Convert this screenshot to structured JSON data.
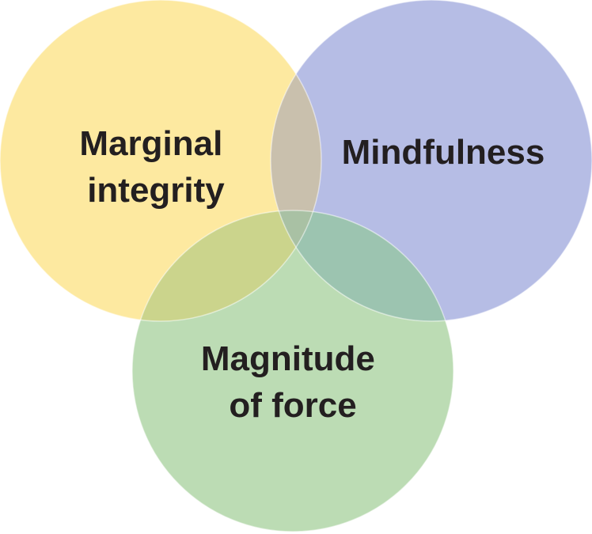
{
  "diagram": {
    "type": "venn",
    "circles": [
      {
        "id": "marginal-integrity",
        "label_lines": [
          "Marginal",
          "integrity"
        ],
        "color": "#fde9a0"
      },
      {
        "id": "mindfulness",
        "label_lines": [
          "Mindfulness"
        ],
        "color": "#b6bde5"
      },
      {
        "id": "magnitude-of-force",
        "label_lines": [
          "Magnitude",
          "of force"
        ],
        "color": "#bcdcb4"
      }
    ],
    "overlap_colors": {
      "marginal_mindfulness": "#c9c0ad",
      "marginal_force": "#cbd48c",
      "mindfulness_force": "#9cc4b0",
      "all_three": "#a9c1a4"
    }
  }
}
